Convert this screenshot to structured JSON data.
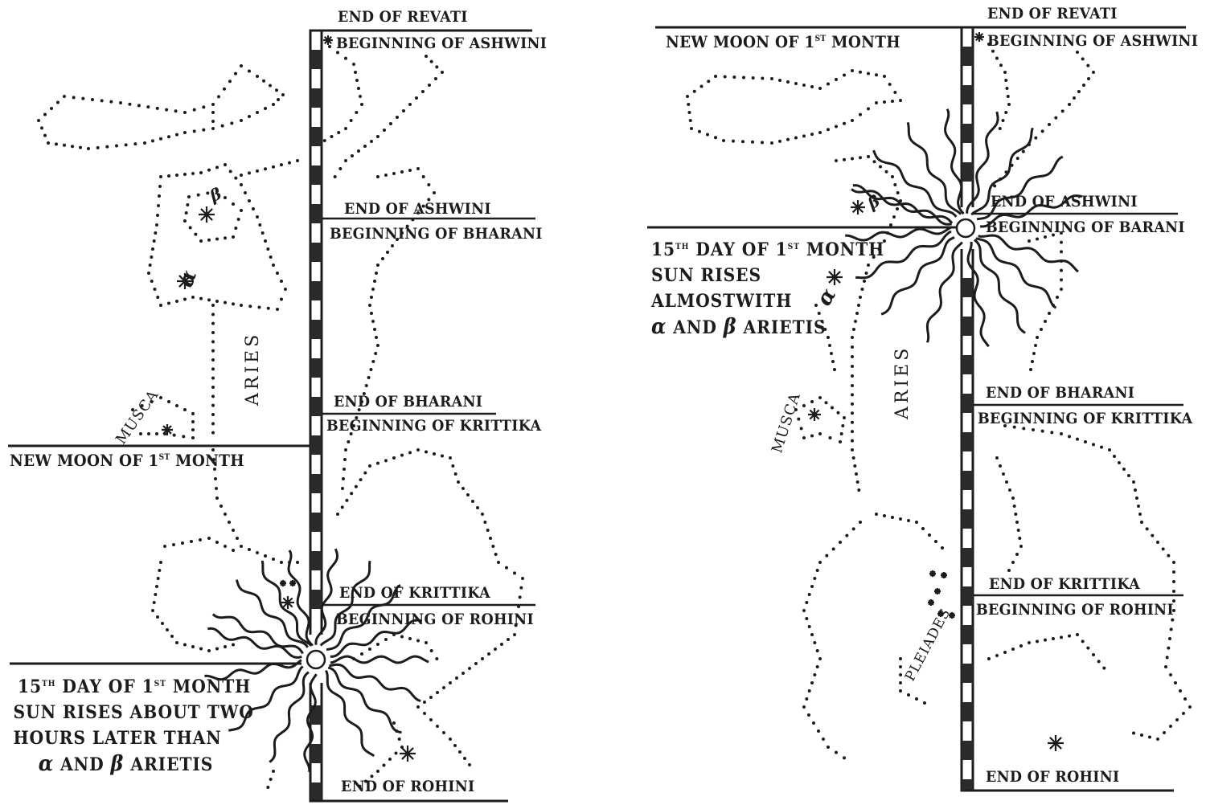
{
  "figure": {
    "left_panel": {
      "ecliptic_labels": {
        "end_revati": "END OF REVATI",
        "begin_ashwini": "BEGINNING OF ASHWINI",
        "end_ashwini": "END OF ASHWINI",
        "begin_bharani": "BEGINNING OF BHARANI",
        "end_bharani": "END OF BHARANI",
        "begin_krittika": "BEGINNING OF KRITTIKA",
        "end_krittika": "END OF KRITTIKA",
        "begin_rohini": "BEGINNING OF ROHINI",
        "end_rohini": "END OF ROHINI"
      },
      "new_moon": {
        "prefix": "NEW MOON OF 1",
        "sup": "ST",
        "suffix": " MONTH"
      },
      "sunrise_note": {
        "line1_prefix": "15",
        "line1_sup": "TH",
        "line1_mid": " DAY OF 1",
        "line1_sup2": "ST",
        "line1_suffix": " MONTH",
        "line2": "SUN RISES ABOUT TWO",
        "line3": "HOURS LATER THAN",
        "line4_alpha": "α",
        "line4_mid": " AND ",
        "line4_beta": "β",
        "line4_suffix": " ARIETIS"
      },
      "constellations": {
        "aries": "ARIES",
        "musca": "MUSCA"
      },
      "star_labels": {
        "alpha": "α",
        "beta": "β"
      }
    },
    "right_panel": {
      "ecliptic_labels": {
        "end_revati": "END OF REVATI",
        "begin_ashwini": "BEGINNING OF ASHWINI",
        "end_ashwini": "END OF ASHWINI",
        "begin_barani": "BEGINNING OF BARANI",
        "end_bharani": "END OF BHARANI",
        "begin_krittika": "BEGINNING OF KRITTIKA",
        "end_krittika": "END OF KRITTIKA",
        "begin_rohini": "BEGINNING OF ROHINI",
        "end_rohini": "END OF ROHINI"
      },
      "new_moon": {
        "prefix": "NEW MOON OF 1",
        "sup": "ST",
        "suffix": " MONTH"
      },
      "sunrise_note": {
        "line1_prefix": "15",
        "line1_sup": "TH",
        "line1_mid": " DAY OF 1",
        "line1_sup2": "ST",
        "line1_suffix": " MONTH",
        "line2": "SUN RISES",
        "line3": "ALMOSTWITH",
        "line4_alpha": "α",
        "line4_mid": " AND ",
        "line4_beta": "β",
        "line4_suffix": " ARIETIS"
      },
      "constellations": {
        "aries": "ARIES",
        "musca": "MUSCA",
        "pleiades": "PLEIADES"
      },
      "star_labels": {
        "alpha": "α",
        "beta": "β"
      }
    },
    "colors": {
      "ink": "#1c1c1c",
      "paper": "#ffffff"
    }
  }
}
